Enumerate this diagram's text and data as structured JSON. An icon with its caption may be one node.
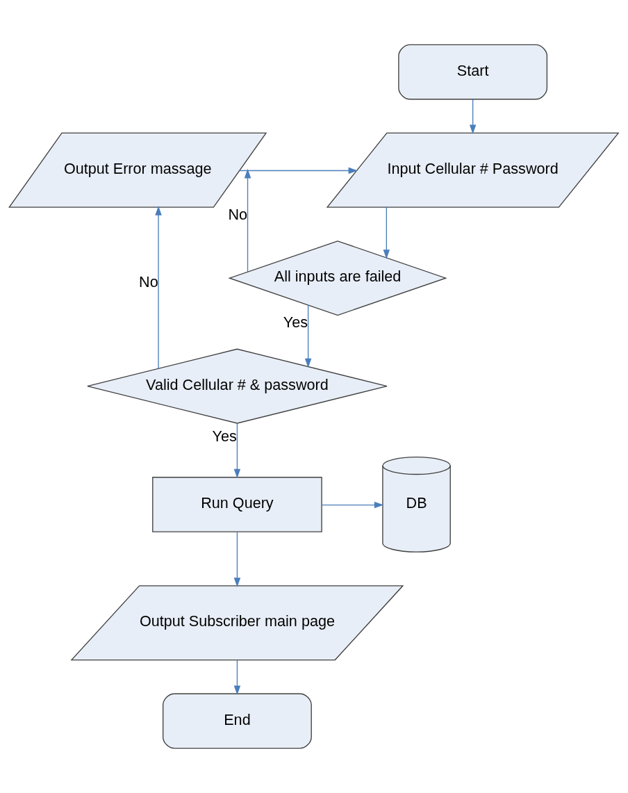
{
  "diagram": {
    "nodes": [
      {
        "text": [
          "Start"
        ]
      },
      {
        "text": [
          "Output Error massage"
        ]
      },
      {
        "text": [
          "Input Cellular # Password"
        ]
      },
      {
        "text": [
          "All inputs are failed"
        ]
      },
      {
        "text": [
          "Valid Cellular # & password"
        ]
      },
      {
        "text": [
          "Run Query"
        ]
      },
      {
        "text": [
          "DB"
        ]
      },
      {
        "text": [
          "Output Subscriber main page"
        ]
      },
      {
        "text": [
          "End"
        ]
      }
    ],
    "edges": [
      {
        "from": 0,
        "to": 2,
        "arrow": "to"
      },
      {
        "from": 1,
        "to": 2,
        "arrow": "to"
      },
      {
        "from": 2,
        "to": 3,
        "arrow": "to"
      },
      {
        "from": 3,
        "to": 1,
        "arrow": "to",
        "label": "No"
      },
      {
        "from": 3,
        "to": 4,
        "arrow": "to",
        "label": "Yes"
      },
      {
        "from": 4,
        "to": 1,
        "arrow": "to",
        "label": "No"
      },
      {
        "from": 4,
        "to": 5,
        "arrow": "to",
        "label": "Yes"
      },
      {
        "from": 5,
        "to": 6,
        "arrow": "to"
      },
      {
        "from": 5,
        "to": 7,
        "arrow": "to"
      },
      {
        "from": 7,
        "to": 8,
        "arrow": "to"
      }
    ]
  }
}
